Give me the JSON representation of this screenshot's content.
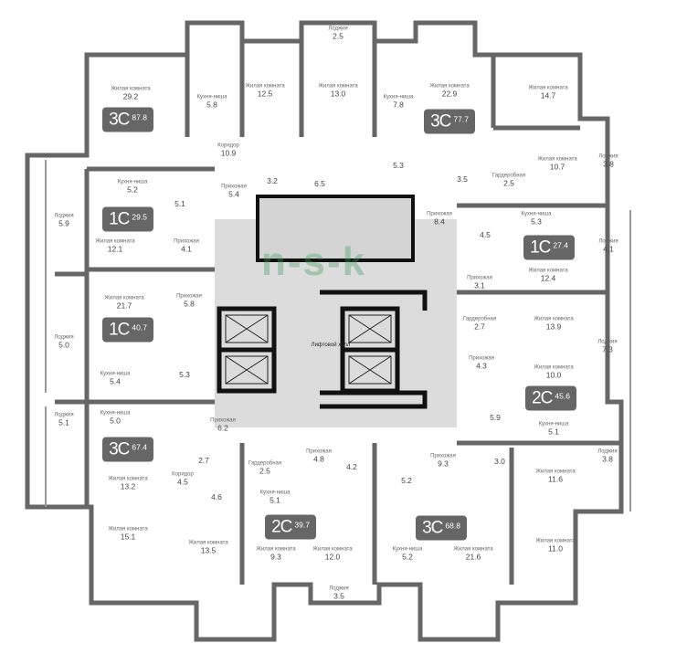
{
  "title": "Поэтажный план",
  "watermark": "n-s-k",
  "core_label": "Лифтовой холл",
  "apartments": [
    {
      "type": "3С",
      "area": "87.8"
    },
    {
      "type": "1С",
      "area": "29.5"
    },
    {
      "type": "3С",
      "area": "77.7"
    },
    {
      "type": "1С",
      "area": "27.4"
    },
    {
      "type": "1С",
      "area": "40.7"
    },
    {
      "type": "3С",
      "area": "67.4"
    },
    {
      "type": "2С",
      "area": "39.7"
    },
    {
      "type": "2С",
      "area": "45.6"
    },
    {
      "type": "3С",
      "area": "68.8"
    }
  ],
  "rooms": [
    {
      "name": "Жилая комната",
      "area": "29.2"
    },
    {
      "name": "Кухня-ниша",
      "area": "5.8"
    },
    {
      "name": "Коридор",
      "area": "10.9"
    },
    {
      "name": "Жилая комната",
      "area": "12.5"
    },
    {
      "name": "Жилая комната",
      "area": "13.0"
    },
    {
      "name": "Лоджия",
      "area": "2.5"
    },
    {
      "name": "",
      "area": "3.2"
    },
    {
      "name": "",
      "area": "6.5"
    },
    {
      "name": "Прихожая",
      "area": "5.4"
    },
    {
      "name": "Кухня-ниша",
      "area": "5.2"
    },
    {
      "name": "",
      "area": "5.1"
    },
    {
      "name": "Лоджия",
      "area": "5.9"
    },
    {
      "name": "Жилая комната",
      "area": "12.1"
    },
    {
      "name": "Прихожая",
      "area": "4.1"
    },
    {
      "name": "Кухня-ниша",
      "area": "7.8"
    },
    {
      "name": "Жилая комната",
      "area": "22.9"
    },
    {
      "name": "Жилая комната",
      "area": "14.7"
    },
    {
      "name": "",
      "area": "5.3"
    },
    {
      "name": "Жилая комната",
      "area": "10.7"
    },
    {
      "name": "Лоджия",
      "area": "3.8"
    },
    {
      "name": "",
      "area": "3.5"
    },
    {
      "name": "Гардеробная",
      "area": "2.5"
    },
    {
      "name": "Прихожая",
      "area": "8.4"
    },
    {
      "name": "Кухня-ниша",
      "area": "5.3"
    },
    {
      "name": "",
      "area": "4.5"
    },
    {
      "name": "Лоджия",
      "area": "4.1"
    },
    {
      "name": "Жилая комната",
      "area": "12.4"
    },
    {
      "name": "Прихожая",
      "area": "3.1"
    },
    {
      "name": "Прихожая",
      "area": "5.8"
    },
    {
      "name": "Жилая комната",
      "area": "21.7"
    },
    {
      "name": "Лоджия",
      "area": "5.0"
    },
    {
      "name": "Кухня-ниша",
      "area": "5.4"
    },
    {
      "name": "",
      "area": "5.3"
    },
    {
      "name": "Лоджия",
      "area": "5.1"
    },
    {
      "name": "Кухня-ниша",
      "area": "5.0"
    },
    {
      "name": "Прихожая",
      "area": "6.2"
    },
    {
      "name": "",
      "area": "2.7"
    },
    {
      "name": "Жилая комната",
      "area": "13.2"
    },
    {
      "name": "Коридор",
      "area": "4.5"
    },
    {
      "name": "",
      "area": "4.6"
    },
    {
      "name": "Жилая комната",
      "area": "15.1"
    },
    {
      "name": "Жилая комната",
      "area": "13.5"
    },
    {
      "name": "Гардеробная",
      "area": "2.5"
    },
    {
      "name": "Прихожая",
      "area": "4.8"
    },
    {
      "name": "",
      "area": "4.2"
    },
    {
      "name": "Кухня-ниша",
      "area": "5.1"
    },
    {
      "name": "Жилая комната",
      "area": "9.3"
    },
    {
      "name": "Жилая комната",
      "area": "12.0"
    },
    {
      "name": "Лоджия",
      "area": "3.5"
    },
    {
      "name": "Гардеробная",
      "area": "2.7"
    },
    {
      "name": "Жилая комната",
      "area": "13.9"
    },
    {
      "name": "Лоджия",
      "area": "7.3"
    },
    {
      "name": "Прихожая",
      "area": "4.3"
    },
    {
      "name": "Жилая комната",
      "area": "10.0"
    },
    {
      "name": "",
      "area": "5.9"
    },
    {
      "name": "Кухня-ниша",
      "area": "5.1"
    },
    {
      "name": "Лоджия",
      "area": "3.8"
    },
    {
      "name": "Прихожая",
      "area": "9.3"
    },
    {
      "name": "",
      "area": "5.2"
    },
    {
      "name": "",
      "area": "3.0"
    },
    {
      "name": "Жилая комната",
      "area": "11.6"
    },
    {
      "name": "Кухня-ниша",
      "area": "5.2"
    },
    {
      "name": "Жилая комната",
      "area": "21.6"
    },
    {
      "name": "Жилая комната",
      "area": "11.0"
    }
  ]
}
